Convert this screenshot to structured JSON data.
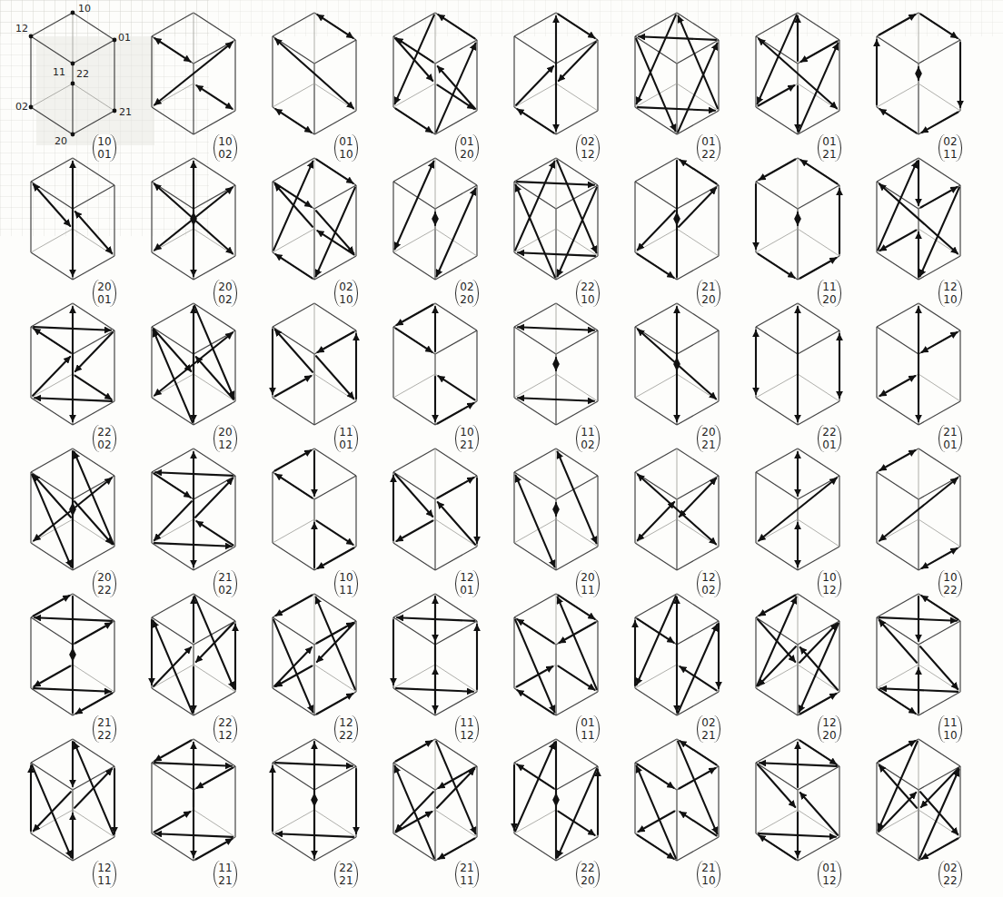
{
  "diagram": {
    "labels": [
      "12",
      "10",
      "22",
      "01",
      "11",
      "02",
      "21",
      "20",
      "10 01",
      "10 02",
      "01 10",
      "01 20",
      "02 12",
      "01 22",
      "01 21",
      "02 11",
      "20 01",
      "20 02",
      "02 10",
      "02 20",
      "22 10",
      "21 20",
      "11 20",
      "12 10",
      "22 02",
      "20 12",
      "11 01",
      "10 21",
      "11 02",
      "20 21",
      "22 01",
      "21 01",
      "20 22",
      "21 02",
      "10 11",
      "12 01",
      "20 11",
      "12 02",
      "10 12",
      "10 22",
      "21 22",
      "22 12",
      "12 22",
      "11 12",
      "01 11",
      "02 21",
      "12 20",
      "11 10",
      "12 11",
      "11 21",
      "22 21",
      "21 11",
      "22 20",
      "21 10",
      "01 12",
      "02 22"
    ]
  }
}
